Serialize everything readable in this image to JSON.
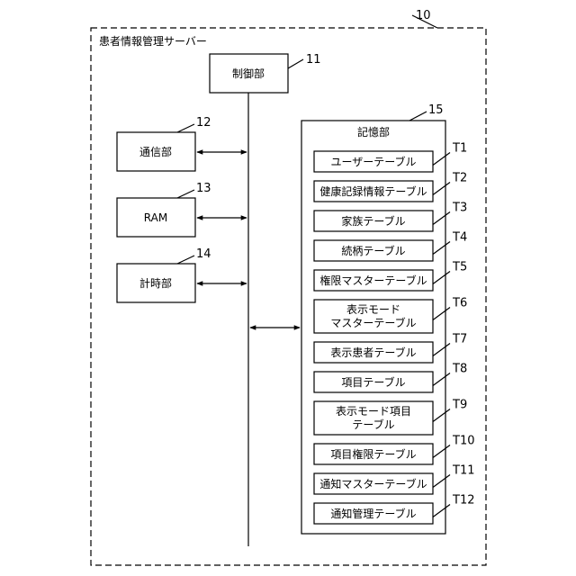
{
  "server": {
    "number": "10",
    "label": "患者情報管理サーバー"
  },
  "control": {
    "number": "11",
    "label": "制御部"
  },
  "comm": {
    "number": "12",
    "label": "通信部"
  },
  "ram": {
    "number": "13",
    "label": "RAM"
  },
  "timer": {
    "number": "14",
    "label": "計時部"
  },
  "storage": {
    "number": "15",
    "label": "記憶部",
    "tables": [
      {
        "id": "T1",
        "lines": [
          "ユーザーテーブル"
        ]
      },
      {
        "id": "T2",
        "lines": [
          "健康記録情報テーブル"
        ]
      },
      {
        "id": "T3",
        "lines": [
          "家族テーブル"
        ]
      },
      {
        "id": "T4",
        "lines": [
          "続柄テーブル"
        ]
      },
      {
        "id": "T5",
        "lines": [
          "権限マスターテーブル"
        ]
      },
      {
        "id": "T6",
        "lines": [
          "表示モード",
          "マスターテーブル"
        ]
      },
      {
        "id": "T7",
        "lines": [
          "表示患者テーブル"
        ]
      },
      {
        "id": "T8",
        "lines": [
          "項目テーブル"
        ]
      },
      {
        "id": "T9",
        "lines": [
          "表示モード項目",
          "テーブル"
        ]
      },
      {
        "id": "T10",
        "lines": [
          "項目権限テーブル"
        ]
      },
      {
        "id": "T11",
        "lines": [
          "通知マスターテーブル"
        ]
      },
      {
        "id": "T12",
        "lines": [
          "通知管理テーブル"
        ]
      }
    ]
  }
}
